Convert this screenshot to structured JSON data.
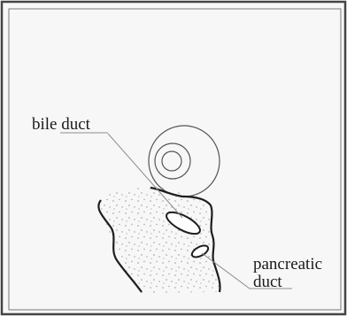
{
  "labels": {
    "bile_duct": "bile duct",
    "pancreatic_line1": "pancreatic",
    "pancreatic_line2": "duct"
  },
  "colors": {
    "frame_border": "#444444",
    "panel_fill": "#f7f7f7",
    "outline": "#1e1e1e",
    "stipple": "#9a9a9a",
    "leader_line": "#8c8c8c",
    "vessel": "#555555"
  }
}
